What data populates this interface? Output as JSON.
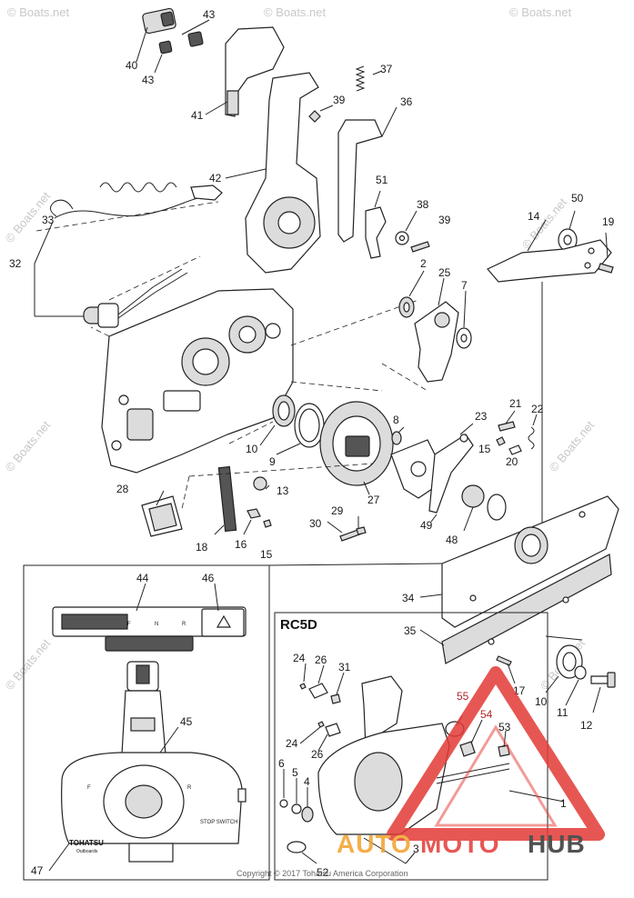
{
  "watermarks": {
    "text": "© Boats.net"
  },
  "inset_title": "RC5D",
  "copyright": "Copyright © 2017 Tohatsu America Corporation",
  "brand": {
    "auto": "AUTO",
    "moto": "MOTO",
    "hub": "HUB",
    "orange": "#f2a22a",
    "red": "#e23a36",
    "dark": "#333333"
  },
  "panel": {
    "letters": [
      "F",
      "N",
      "R"
    ],
    "knob_letters": [
      "F",
      "R"
    ],
    "stop_switch": "STOP SWITCH",
    "maker": "TOHATSU",
    "maker_sub": "Outboards"
  },
  "callouts": [
    {
      "id": "c40",
      "label": "40"
    },
    {
      "id": "c43a",
      "label": "43"
    },
    {
      "id": "c43b",
      "label": "43"
    },
    {
      "id": "c41",
      "label": "41"
    },
    {
      "id": "c37",
      "label": "37"
    },
    {
      "id": "c39a",
      "label": "39"
    },
    {
      "id": "c36",
      "label": "36"
    },
    {
      "id": "c42",
      "label": "42"
    },
    {
      "id": "c51",
      "label": "51"
    },
    {
      "id": "c38",
      "label": "38"
    },
    {
      "id": "c39b",
      "label": "39"
    },
    {
      "id": "c50",
      "label": "50"
    },
    {
      "id": "c14",
      "label": "14"
    },
    {
      "id": "c19",
      "label": "19"
    },
    {
      "id": "c33",
      "label": "33"
    },
    {
      "id": "c32",
      "label": "32"
    },
    {
      "id": "c2",
      "label": "2"
    },
    {
      "id": "c25",
      "label": "25"
    },
    {
      "id": "c7",
      "label": "7"
    },
    {
      "id": "c8",
      "label": "8"
    },
    {
      "id": "c21",
      "label": "21"
    },
    {
      "id": "c22",
      "label": "22"
    },
    {
      "id": "c23",
      "label": "23"
    },
    {
      "id": "c15a",
      "label": "15"
    },
    {
      "id": "c20",
      "label": "20"
    },
    {
      "id": "c10a",
      "label": "10"
    },
    {
      "id": "c9",
      "label": "9"
    },
    {
      "id": "c27",
      "label": "27"
    },
    {
      "id": "c28",
      "label": "28"
    },
    {
      "id": "c13",
      "label": "13"
    },
    {
      "id": "c29",
      "label": "29"
    },
    {
      "id": "c49",
      "label": "49"
    },
    {
      "id": "c48",
      "label": "48"
    },
    {
      "id": "c30",
      "label": "30"
    },
    {
      "id": "c18",
      "label": "18"
    },
    {
      "id": "c16",
      "label": "16"
    },
    {
      "id": "c15b",
      "label": "15"
    },
    {
      "id": "c34",
      "label": "34"
    },
    {
      "id": "c44",
      "label": "44"
    },
    {
      "id": "c46",
      "label": "46"
    },
    {
      "id": "c35",
      "label": "35"
    },
    {
      "id": "c24a",
      "label": "24"
    },
    {
      "id": "c26a",
      "label": "26"
    },
    {
      "id": "c31",
      "label": "31"
    },
    {
      "id": "c17",
      "label": "17"
    },
    {
      "id": "c10b",
      "label": "10"
    },
    {
      "id": "c11",
      "label": "11"
    },
    {
      "id": "c12",
      "label": "12"
    },
    {
      "id": "c45",
      "label": "45"
    },
    {
      "id": "c55",
      "label": "55"
    },
    {
      "id": "c54",
      "label": "54"
    },
    {
      "id": "c53",
      "label": "53"
    },
    {
      "id": "c24b",
      "label": "24"
    },
    {
      "id": "c26b",
      "label": "26"
    },
    {
      "id": "c6",
      "label": "6"
    },
    {
      "id": "c5",
      "label": "5"
    },
    {
      "id": "c4",
      "label": "4"
    },
    {
      "id": "c1",
      "label": "1"
    },
    {
      "id": "c3",
      "label": "3"
    },
    {
      "id": "c47",
      "label": "47"
    },
    {
      "id": "c52",
      "label": "52"
    }
  ]
}
